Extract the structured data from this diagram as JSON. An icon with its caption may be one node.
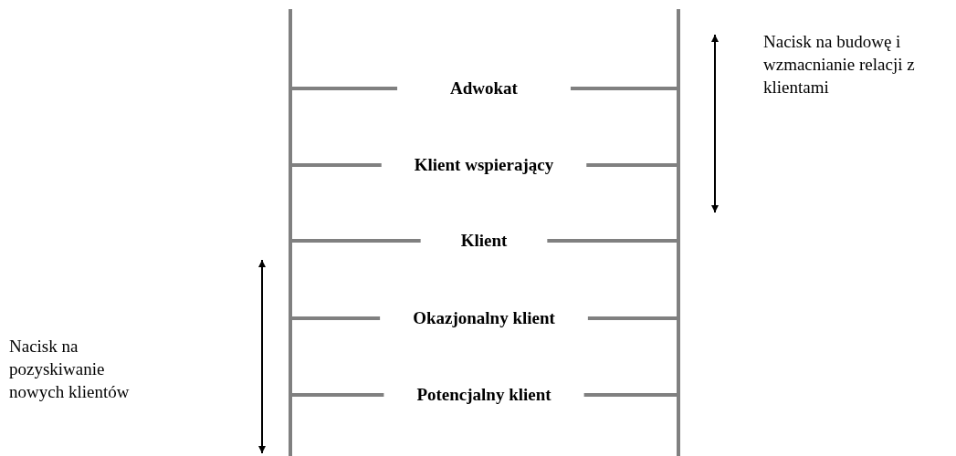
{
  "diagram": {
    "labels": [
      "Nacisk na budowę i wzmacnianie relacji z klientami",
      "Adwokat",
      "Klient wspierający",
      "Klient",
      "Okazjonalny klient",
      "Nacisk na pozyskiwanie nowych klientów",
      "Potencjalny klient"
    ]
  }
}
